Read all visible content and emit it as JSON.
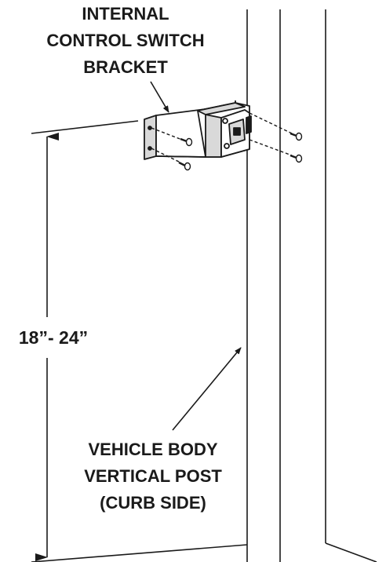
{
  "labels": {
    "bracket": [
      "INTERNAL",
      "CONTROL SWITCH",
      "BRACKET"
    ],
    "dimension": "18”- 24”",
    "post": [
      "VEHICLE BODY",
      "VERTICAL POST",
      "(CURB SIDE)"
    ]
  },
  "colors": {
    "ink": "#1a1a1a",
    "shade": "#d9d9d9",
    "background": "#ffffff"
  }
}
